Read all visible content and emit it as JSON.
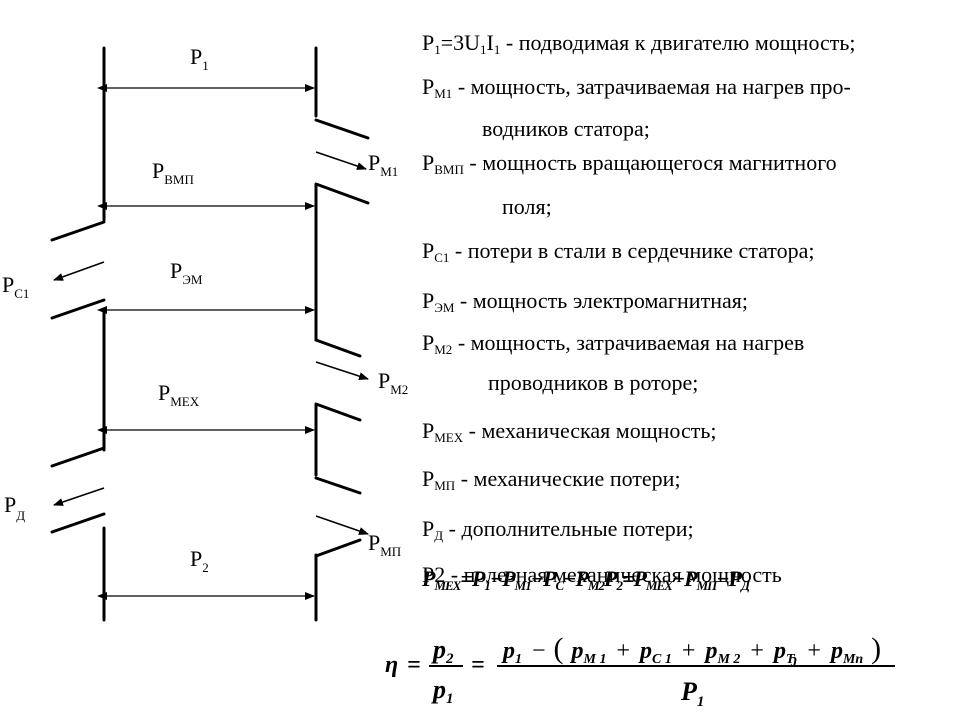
{
  "diagram": {
    "p1": {
      "main": "P",
      "sub": "1"
    },
    "pvmp": {
      "main": "P",
      "sub": "ВМП"
    },
    "pm1": {
      "main": "P",
      "sub": "M1"
    },
    "pc1": {
      "main": "P",
      "sub": "C1"
    },
    "pem": {
      "main": "P",
      "sub": "ЭМ"
    },
    "pm2": {
      "main": "P",
      "sub": "M2"
    },
    "pmeh": {
      "main": "P",
      "sub": "МЕХ"
    },
    "pd": {
      "main": "P",
      "sub": "Д"
    },
    "pmp": {
      "main": "P",
      "sub": "МП"
    },
    "p2": {
      "main": "P",
      "sub": "2"
    }
  },
  "legend": [
    {
      "sym": "P",
      "sub": "1",
      "tail": "=3U",
      "sub2": "1",
      "tail2": "I",
      "sub3": "1",
      "desc": " - подводимая к двигателю мощность;"
    },
    {
      "sym": "P",
      "sub": "M1",
      "desc": " - мощность, затрачиваемая на нагрев про-"
    },
    {
      "cont": "водников статора;"
    },
    {
      "sym": "P",
      "sub": "ВМП",
      "desc": " - мощность вращающегося магнитного"
    },
    {
      "cont": "поля;"
    },
    {
      "sym": "P",
      "sub": "C1",
      "desc": " - потери в стали в сердечнике статора;"
    },
    {
      "sym": "P",
      "sub": "ЭМ",
      "desc": " - мощность электромагнитная;"
    },
    {
      "sym": "P",
      "sub": "M2",
      "desc": " - мощность, затрачиваемая на нагрев"
    },
    {
      "cont": "проводников в роторе;"
    },
    {
      "sym": "P",
      "sub": "МЕХ",
      "desc": " - механическая мощность;"
    },
    {
      "sym": "P",
      "sub": "МП",
      "desc": " - механические потери;"
    },
    {
      "sym": "P",
      "sub": "Д",
      "desc": " - дополнительные потери;"
    },
    {
      "sym": "P2",
      "sub": "",
      "desc": " - полезная механическая мощность"
    }
  ],
  "overlay_formula": {
    "terms": [
      {
        "t": "P",
        "s": "МЕХ"
      },
      {
        "t": "=",
        "s": ""
      },
      {
        "t": "P",
        "s": "1"
      },
      {
        "t": "−P",
        "s": "M1"
      },
      {
        "t": "−P",
        "s": "C"
      },
      {
        "t": "−P",
        "s": "M2"
      },
      {
        "t": "P",
        "s": "2"
      },
      {
        "t": "=P",
        "s": "МЕХ"
      },
      {
        "t": "−P",
        "s": "МП"
      },
      {
        "t": "−P",
        "s": "Д"
      }
    ]
  },
  "efficiency": {
    "eta": "η",
    "eq": "=",
    "num_left": "p",
    "num_left_sub": "2",
    "den_left": "p",
    "den_left_sub": "1",
    "num_right": "p",
    "num_right_sub": "1",
    "minus": "−",
    "terms": [
      {
        "sym": "p",
        "sub": "M 1"
      },
      {
        "sym": "p",
        "sub": "C 1"
      },
      {
        "sym": "p",
        "sub": "M 2"
      },
      {
        "sym": "p",
        "sub": "Ђ"
      },
      {
        "sym": "p",
        "sub": "Mn"
      }
    ],
    "plus": "+",
    "den_right": "P",
    "den_right_sub": "1"
  }
}
